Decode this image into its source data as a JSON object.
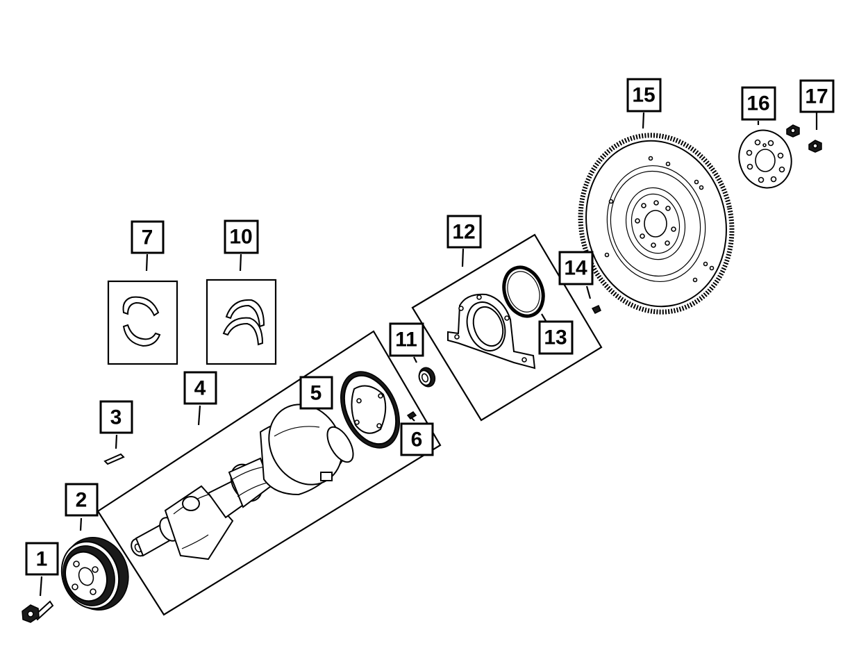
{
  "callouts": [
    {
      "id": "1",
      "label": "1"
    },
    {
      "id": "2",
      "label": "2"
    },
    {
      "id": "3",
      "label": "3"
    },
    {
      "id": "4",
      "label": "4"
    },
    {
      "id": "5",
      "label": "5"
    },
    {
      "id": "6",
      "label": "6"
    },
    {
      "id": "7",
      "label": "7"
    },
    {
      "id": "10",
      "label": "10"
    },
    {
      "id": "11",
      "label": "11"
    },
    {
      "id": "12",
      "label": "12"
    },
    {
      "id": "13",
      "label": "13"
    },
    {
      "id": "14",
      "label": "14"
    },
    {
      "id": "15",
      "label": "15"
    },
    {
      "id": "16",
      "label": "16"
    },
    {
      "id": "17",
      "label": "17"
    }
  ]
}
